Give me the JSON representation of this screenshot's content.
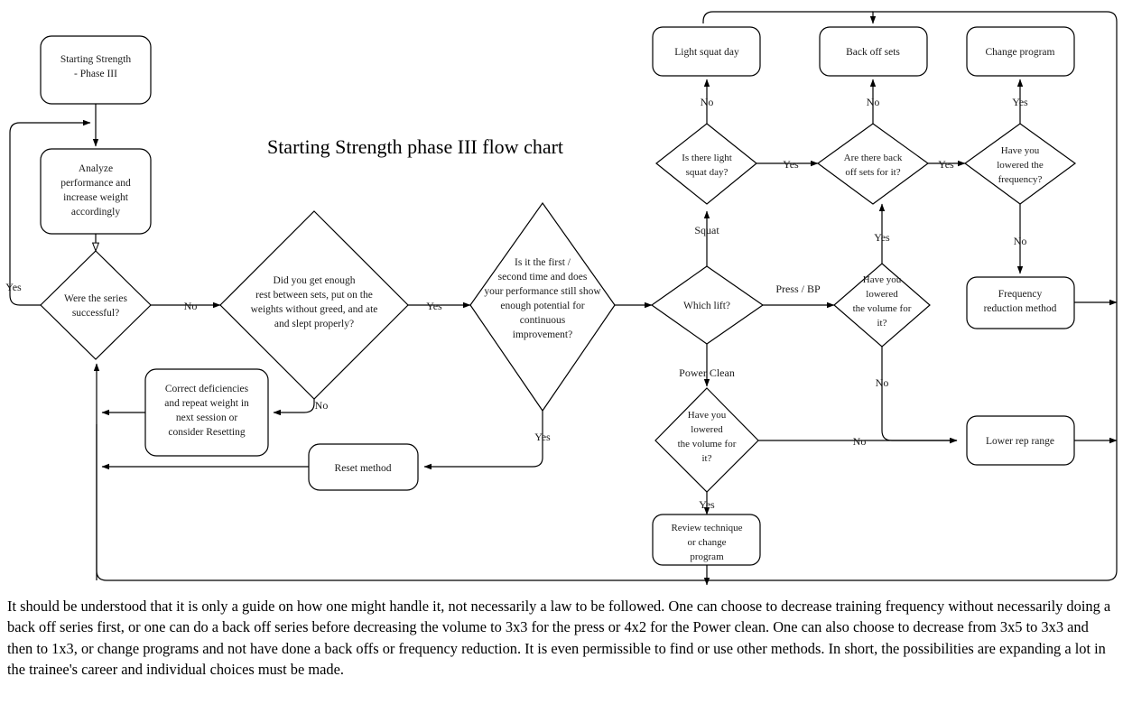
{
  "title": "Starting Strength phase III flow chart",
  "nodes": {
    "start": {
      "label": "Starting Strength\n- Phase III",
      "shape": "rounded-rect"
    },
    "analyze": {
      "label": "Analyze\nperformance and\nincrease weight\naccordingly",
      "shape": "rounded-rect"
    },
    "series_success": {
      "label": "Were the series\nsuccessful?",
      "shape": "diamond"
    },
    "rest_question": {
      "label": "Did you get enough\nrest between sets, put on the\nweights without greed, and ate\nand slept properly?",
      "shape": "diamond"
    },
    "correct_deficiencies": {
      "label": "Correct deficiencies\nand repeat weight in\nnext session or\nconsider Resetting",
      "shape": "rounded-rect"
    },
    "first_second": {
      "label": "Is it the first /\nsecond time and does\nyour performance still show\nenough potential for\ncontinuous\nimprovement?",
      "shape": "diamond"
    },
    "reset_method": {
      "label": "Reset method",
      "shape": "rounded-rect"
    },
    "which_lift": {
      "label": "Which lift?",
      "shape": "diamond"
    },
    "light_squat_q": {
      "label": "Is there light\nsquat day?",
      "shape": "diamond"
    },
    "light_squat_day": {
      "label": "Light squat day",
      "shape": "rounded-rect"
    },
    "back_off_q": {
      "label": "Are there back\noff sets for it?",
      "shape": "diamond"
    },
    "back_off_sets": {
      "label": "Back off sets",
      "shape": "rounded-rect"
    },
    "lowered_freq_q": {
      "label": "Have you\nlowered the\nfrequency?",
      "shape": "diamond"
    },
    "change_program": {
      "label": "Change program",
      "shape": "rounded-rect"
    },
    "freq_reduction": {
      "label": "Frequency\nreduction method",
      "shape": "rounded-rect"
    },
    "press_volume_q": {
      "label": "Have you\nlowered\nthe volume for\nit?",
      "shape": "diamond"
    },
    "pc_volume_q": {
      "label": "Have you\nlowered\nthe volume for\nit?",
      "shape": "diamond"
    },
    "lower_rep_range": {
      "label": "Lower rep range",
      "shape": "rounded-rect"
    },
    "review_technique": {
      "label": "Review technique\nor change\nprogram",
      "shape": "rounded-rect"
    }
  },
  "edge_labels": {
    "series_yes": "Yes",
    "series_no": "No",
    "rest_yes": "Yes",
    "rest_no": "No",
    "first_second_yes": "Yes",
    "lift_squat": "Squat",
    "lift_press": "Press / BP",
    "lift_power_clean": "Power Clean",
    "light_squat_no": "No",
    "light_squat_yes": "Yes",
    "back_off_no": "No",
    "back_off_yes": "Yes",
    "freq_yes": "Yes",
    "freq_no": "No",
    "press_volume_yes": "Yes",
    "press_volume_no": "No",
    "pc_volume_yes": "Yes",
    "pc_volume_no": "No"
  },
  "caption": "It should be understood that it is only a guide on how one might handle it, not necessarily a law to be followed. One can choose to decrease training frequency without necessarily doing a back off series first, or one can do a back off series before decreasing the volume to 3x3 for the press or 4x2 for the Power clean. One can also choose to decrease from 3x5 to 3x3 and then to 1x3, or change programs and not have done a back offs or frequency reduction. It is even permissible to find or use other methods. In short, the possibilities are expanding a lot in the trainee's career and individual choices must be made.",
  "colors": {
    "stroke": "#000000",
    "fill": "#ffffff",
    "text": "#1a1a1a",
    "background": "#ffffff"
  }
}
